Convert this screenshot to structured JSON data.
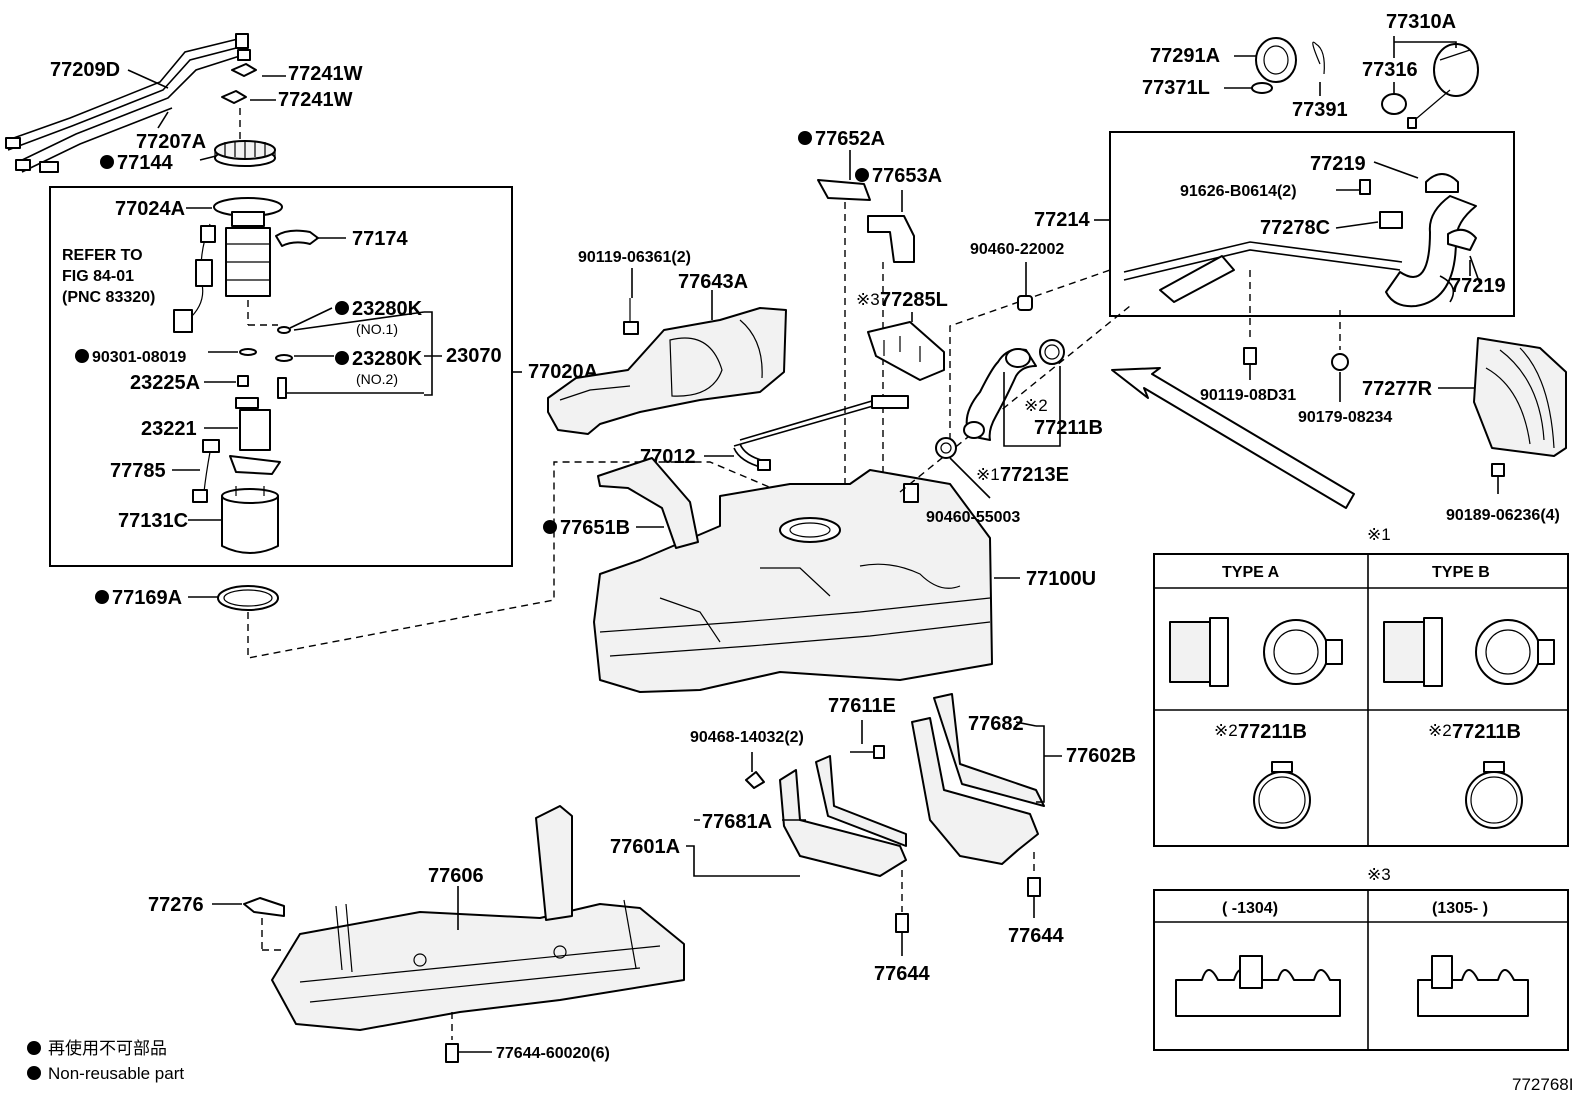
{
  "labels": {
    "p77209D": "77209D",
    "p77241W_a": "77241W",
    "p77241W_b": "77241W",
    "p77207A": "77207A",
    "p77144": "77144",
    "p77024A": "77024A",
    "p77174": "77174",
    "refer_line1": "REFER TO",
    "refer_line2": "FIG 84-01",
    "refer_line3": "(PNC 83320)",
    "p23280K_a": "23280K",
    "no1": "(NO.1)",
    "p90301": "90301-08019",
    "p23280K_b": "23280K",
    "no2": "(NO.2)",
    "p23070": "23070",
    "p23225A": "23225A",
    "p23221": "23221",
    "p77785": "77785",
    "p77131C": "77131C",
    "p77169A": "77169A",
    "p77020A": "77020A",
    "p90119_06361": "90119-06361(2)",
    "p77643A": "77643A",
    "p77652A": "77652A",
    "p77653A": "77653A",
    "p77285L": "77285L",
    "p77012": "77012",
    "p77651B": "77651B",
    "p77100U": "77100U",
    "p90460_22002": "90460-22002",
    "p77214": "77214",
    "p77211B": "77211B",
    "p77213E": "77213E",
    "p90460_55003": "90460-55003",
    "p77291A": "77291A",
    "p77371L": "77371L",
    "p77391": "77391",
    "p77310A": "77310A",
    "p77316": "77316",
    "p77219_a": "77219",
    "p91626": "91626-B0614(2)",
    "p77278C": "77278C",
    "p77219_b": "77219",
    "p90119_08D31": "90119-08D31",
    "p90179": "90179-08234",
    "p77277R": "77277R",
    "p90189": "90189-06236(4)",
    "p77611E": "77611E",
    "p90468": "90468-14032(2)",
    "p77682": "77682",
    "p77602B": "77602B",
    "p77681A": "77681A",
    "p77601A": "77601A",
    "p77644_a": "77644",
    "p77644_b": "77644",
    "p77606": "77606",
    "p77276": "77276",
    "p77644_60020": "77644-60020(6)"
  },
  "marks": {
    "ref1": "※1",
    "ref2": "※2",
    "ref3": "※3"
  },
  "inset1": {
    "header": "※1",
    "type_a": "TYPE  A",
    "type_b": "TYPE  B",
    "clamp_a": "77211B",
    "clamp_b": "77211B"
  },
  "inset3": {
    "header": "※3",
    "col_a": "(    -1304)",
    "col_b": "(1305-    )"
  },
  "legend": {
    "line1": "再使用不可部品",
    "line2": "Non-reusable part"
  },
  "figure_id": "772768I"
}
